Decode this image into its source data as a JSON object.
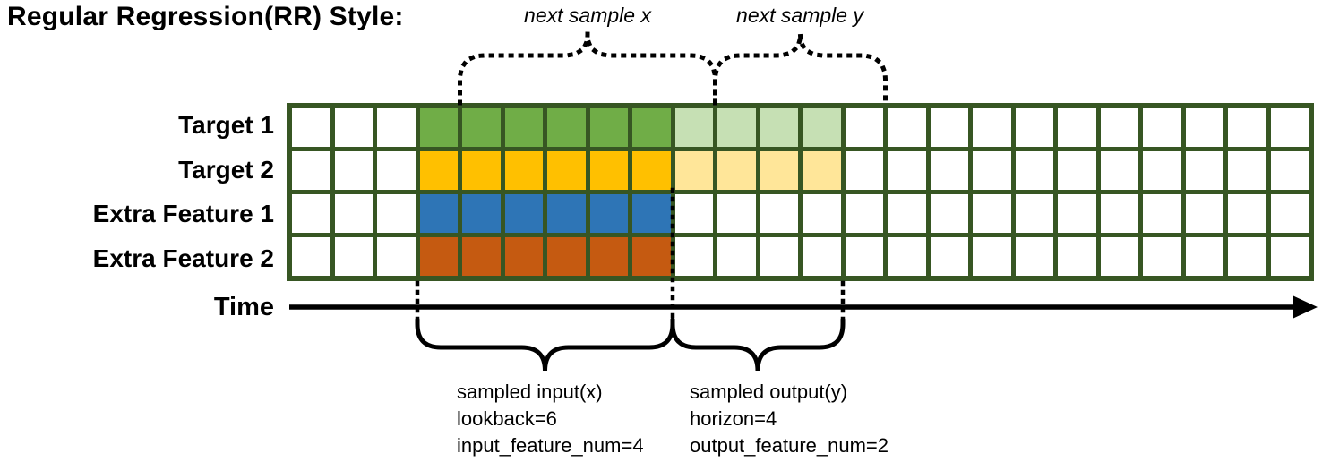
{
  "title": "Regular Regression(RR) Style:",
  "palette": {
    "border": "#375623",
    "white": "#ffffff",
    "green": "#70ad47",
    "green_light": "#c6e0b4",
    "gold": "#ffc000",
    "gold_light": "#ffe699",
    "blue": "#2e75b6",
    "orange": "#c55a11"
  },
  "grid": {
    "columns": 24,
    "rows": [
      {
        "label": "Target 1",
        "segments": [
          [
            "white",
            3
          ],
          [
            "green",
            6
          ],
          [
            "green_light",
            4
          ],
          [
            "white",
            11
          ]
        ]
      },
      {
        "label": "Target 2",
        "segments": [
          [
            "white",
            3
          ],
          [
            "gold",
            6
          ],
          [
            "gold_light",
            4
          ],
          [
            "white",
            11
          ]
        ]
      },
      {
        "label": "Extra Feature 1",
        "segments": [
          [
            "white",
            3
          ],
          [
            "blue",
            6
          ],
          [
            "white",
            15
          ]
        ]
      },
      {
        "label": "Extra Feature 2",
        "segments": [
          [
            "white",
            3
          ],
          [
            "orange",
            6
          ],
          [
            "white",
            15
          ]
        ]
      }
    ]
  },
  "annotations": {
    "next_sample_x": "next sample x",
    "next_sample_y": "next sample y",
    "time_label": "Time",
    "sampled_input": {
      "title": "sampled input(x)",
      "line2": "lookback=6",
      "line3": "input_feature_num=4"
    },
    "sampled_output": {
      "title": "sampled output(y)",
      "line2": "horizon=4",
      "line3": "output_feature_num=2"
    }
  }
}
